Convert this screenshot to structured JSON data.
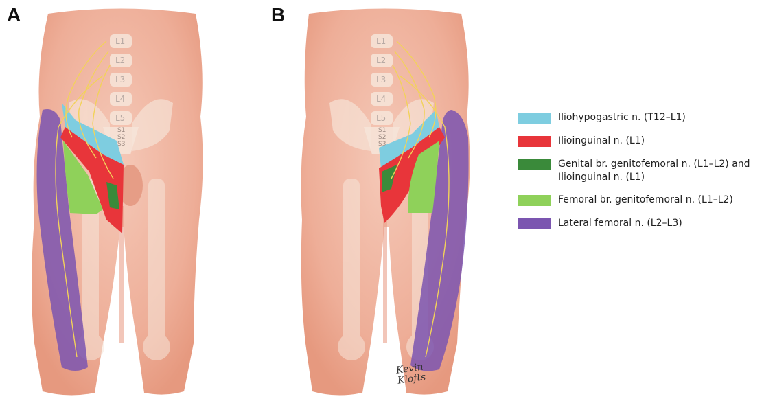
{
  "panels": [
    {
      "letter": "A"
    },
    {
      "letter": "B"
    }
  ],
  "vertebrae": [
    "L1",
    "L2",
    "L3",
    "L4",
    "L5"
  ],
  "sacrum": [
    "S1",
    "S2",
    "S3"
  ],
  "legend": [
    {
      "label": "Iliohypogastric n. (T12–L1)",
      "color": "#7ecde0",
      "line2": ""
    },
    {
      "label": "Ilioinguinal n. (L1)",
      "color": "#e8353a",
      "line2": ""
    },
    {
      "label": "Genital br. genitofemoral n. (L1–L2) and",
      "line2": "Ilioinguinal n. (L1)",
      "color": "#3a8a3a"
    },
    {
      "label": "Femoral br. genitofemoral n. (L1–L2)",
      "color": "#8fd15a",
      "line2": ""
    },
    {
      "label": "Lateral femoral n. (L2–L3)",
      "color": "#7b55b0",
      "line2": ""
    }
  ],
  "signature": {
    "line1": "Kevin",
    "line2": "Klofts"
  },
  "colors": {
    "skin": "#f3bfae",
    "skin_shadow": "#e59a86",
    "bone": "#f7e6da",
    "nerve": "#f2d25a"
  }
}
